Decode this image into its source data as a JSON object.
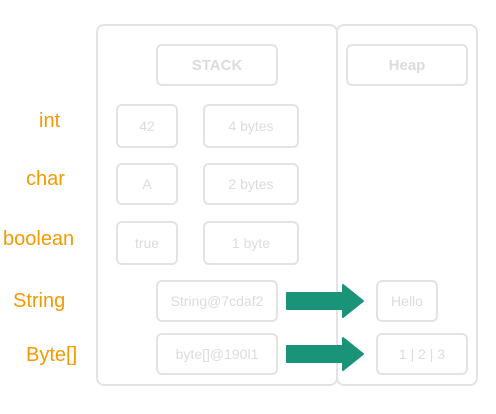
{
  "colors": {
    "type_label": "#f29a00",
    "border": "#e3e3e3",
    "box_text": "#dcdcdc",
    "arrow": "#1a9478"
  },
  "stack": {
    "title": "STACK",
    "rows": [
      {
        "type": "int",
        "value": "42",
        "size": "4 bytes"
      },
      {
        "type": "char",
        "value": "A",
        "size": "2 bytes"
      },
      {
        "type": "boolean",
        "value": "true",
        "size": "1 byte"
      }
    ],
    "references": [
      {
        "type": "String",
        "ref": "String@7cdaf2"
      },
      {
        "type": "Byte[]",
        "ref": "byte[]@190l1"
      }
    ]
  },
  "heap": {
    "title": "Heap",
    "objects": [
      "Hello",
      "1 | 2 | 3"
    ]
  }
}
